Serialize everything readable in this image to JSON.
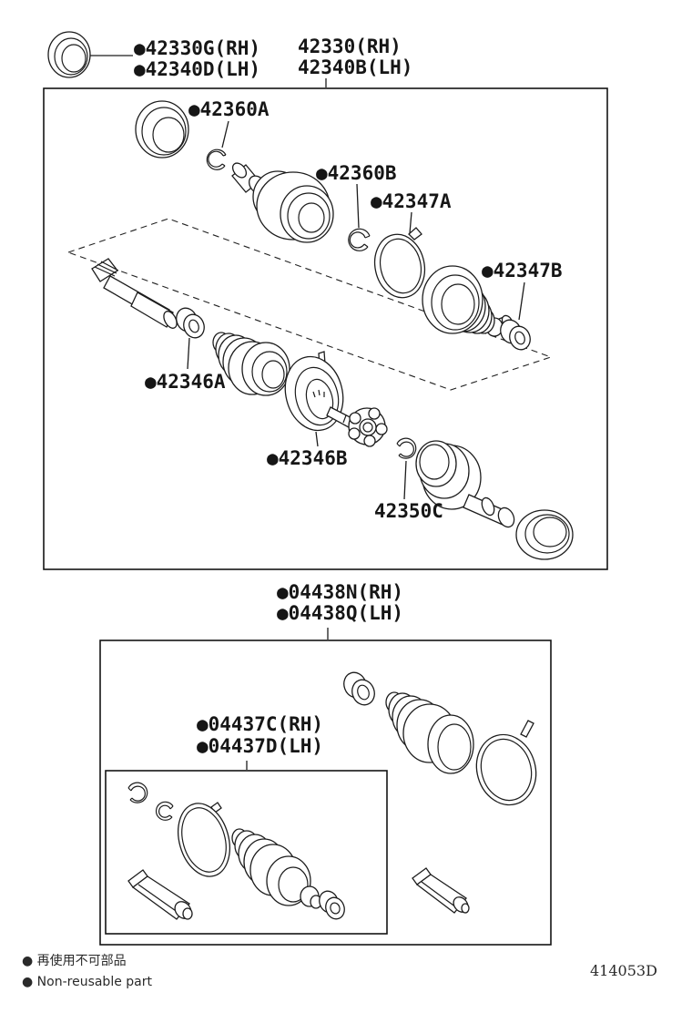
{
  "diagram": {
    "callouts": {
      "seal_rh": "●42330G(RH)",
      "seal_lh": "●42340D(LH)",
      "assembly_rh": "42330(RH)",
      "assembly_lh": "42340B(LH)",
      "ring_42360a": "●42360A",
      "ring_42360b": "●42360B",
      "clamp_42347a": "●42347A",
      "clamp_42347b": "●42347B",
      "clamp_42346a": "●42346A",
      "joint_42346b": "●42346B",
      "ring_42350c": "42350C",
      "boot_kit_rh": "●04438N(RH)",
      "boot_kit_lh": "●04438Q(LH)",
      "inner_kit_rh": "●04437C(RH)",
      "inner_kit_lh": "●04437D(LH)"
    },
    "legend": {
      "jp": "● 再使用不可部品",
      "en": "● Non-reusable part"
    },
    "drawing_code": "414053D",
    "colors": {
      "line": "#1c1c1c",
      "background": "#ffffff"
    }
  }
}
